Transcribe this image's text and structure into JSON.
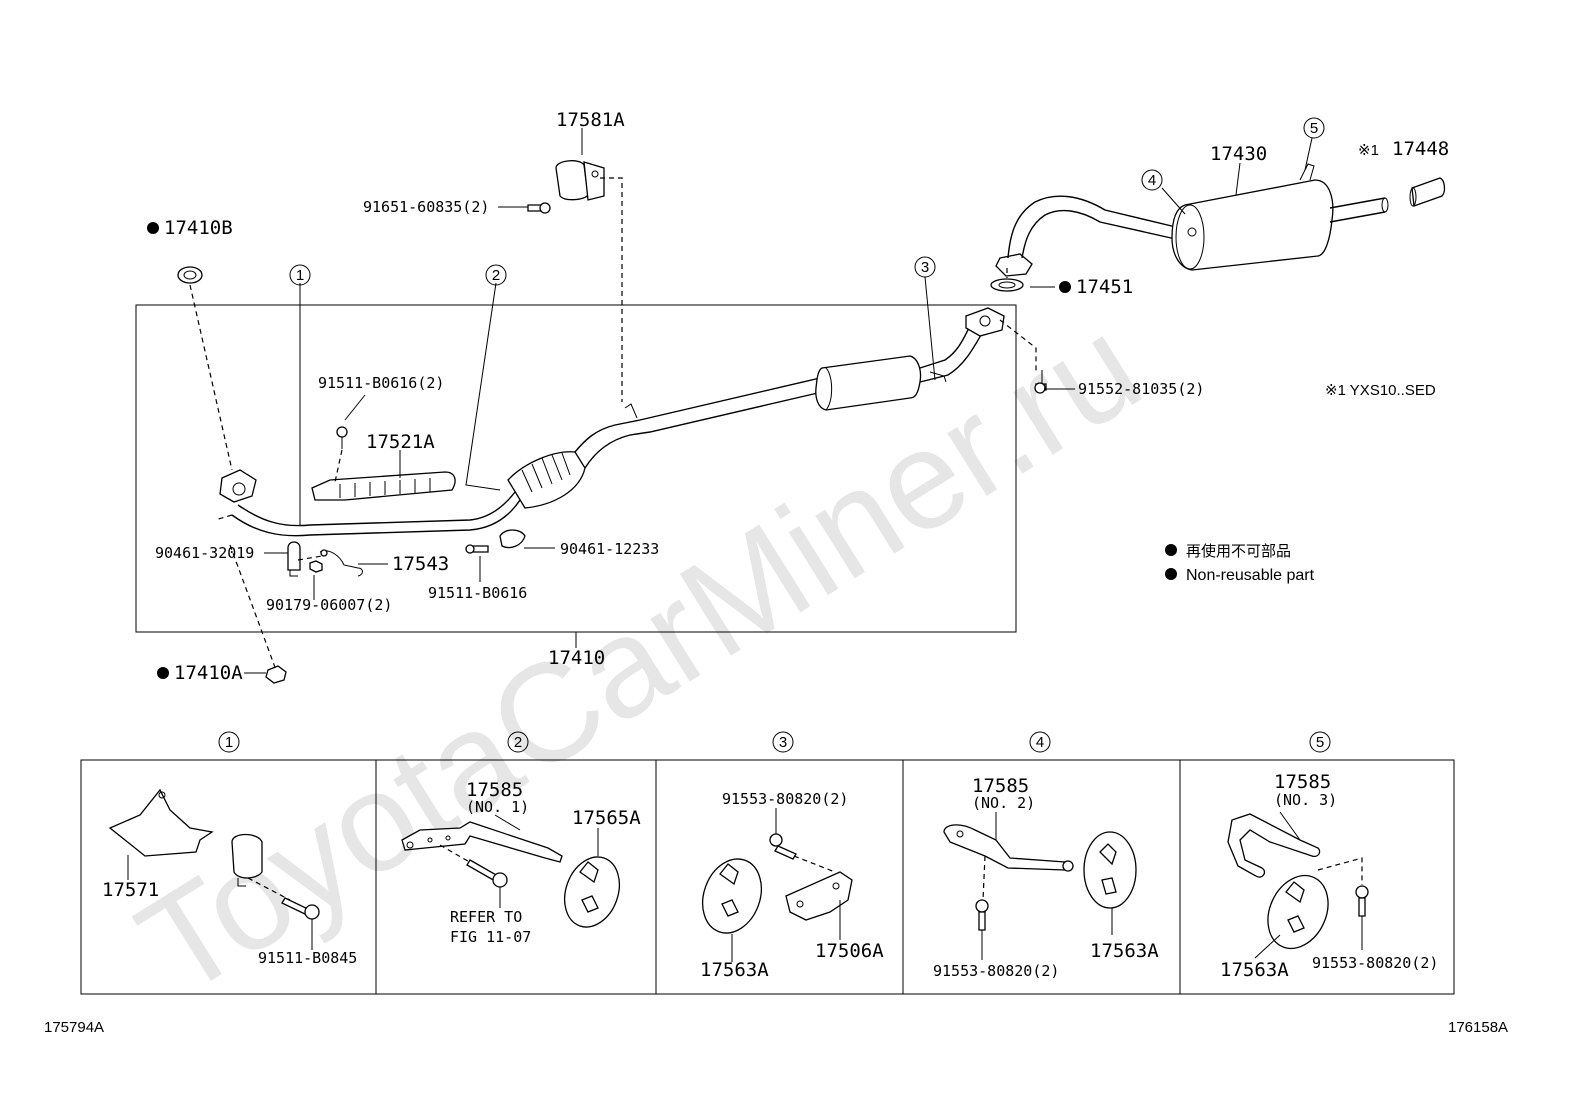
{
  "watermark": "ToyotaCarMiner.ru",
  "callouts": [
    "1",
    "2",
    "3",
    "4",
    "5"
  ],
  "main_parts": {
    "p17581A": "17581A",
    "p91651": "91651-60835(2)",
    "p17410B": "17410B",
    "p17430": "17430",
    "p17448": "17448",
    "p17448_prefix": "※1",
    "p17451": "17451",
    "p91511_b0616_2": "91511-B0616(2)",
    "p17521A": "17521A",
    "p91552": "91552-81035(2)",
    "p90461_32019": "90461-32019",
    "p17543": "17543",
    "p90461_12233": "90461-12233",
    "p90179": "90179-06007(2)",
    "p91511_b0616": "91511-B0616",
    "p17410": "17410",
    "p17410A": "17410A"
  },
  "notes": {
    "model": "※1  YXS10..SED",
    "legend_jp": "再使用不可部品",
    "legend_en": "Non-reusable part"
  },
  "detail_boxes": {
    "box1": {
      "p17571": "17571",
      "p91511": "91511-B0845"
    },
    "box2": {
      "p17585": "17585",
      "sub": "(NO. 1)",
      "p17565A": "17565A",
      "refer1": "REFER TO",
      "refer2": "FIG 11-07"
    },
    "box3": {
      "p91553": "91553-80820(2)",
      "p17563A": "17563A",
      "p17506A": "17506A"
    },
    "box4": {
      "p17585": "17585",
      "sub": "(NO. 2)",
      "p17563A": "17563A",
      "p91553": "91553-80820(2)"
    },
    "box5": {
      "p17585": "17585",
      "sub": "(NO. 3)",
      "p17563A": "17563A",
      "p91553": "91553-80820(2)"
    }
  },
  "footer": {
    "left": "175794A",
    "right": "176158A"
  }
}
